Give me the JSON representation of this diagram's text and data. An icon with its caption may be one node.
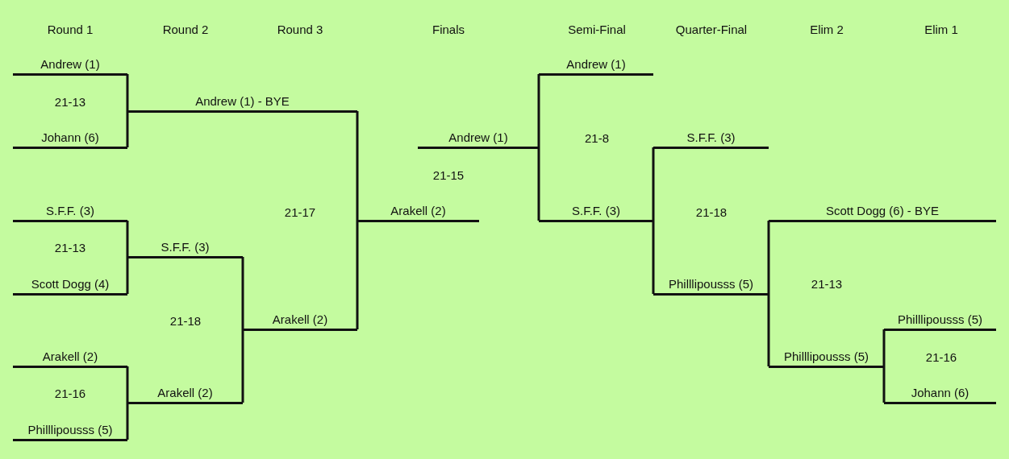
{
  "diagram": {
    "nodes": [
      {
        "text": [
          "Andrew (1)"
        ]
      },
      {
        "text": [
          "Johann (6)"
        ]
      },
      {
        "text": [
          "S.F.F. (3)"
        ]
      },
      {
        "text": [
          "Scott Dogg (4)"
        ]
      },
      {
        "text": [
          "Arakell (2)"
        ]
      },
      {
        "text": [
          "Philllipousss (5)"
        ]
      },
      {
        "text": [
          "Andrew (1) - BYE"
        ]
      },
      {
        "text": [
          "S.F.F. (3)"
        ]
      },
      {
        "text": [
          "Arakell (2)"
        ]
      },
      {
        "text": [
          "Arakell (2)"
        ]
      },
      {
        "text": [
          "Arakell (2)"
        ]
      },
      {
        "text": [
          "Andrew (1)"
        ]
      },
      {
        "text": [
          "Andrew (1)"
        ]
      },
      {
        "text": [
          "S.F.F. (3)"
        ]
      },
      {
        "text": [
          "S.F.F. (3)"
        ]
      },
      {
        "text": [
          "Philllipousss (5)"
        ]
      },
      {
        "text": [
          "Scott Dogg (6) - BYE"
        ]
      },
      {
        "text": [
          "Philllipousss (5)"
        ]
      },
      {
        "text": [
          "Philllipousss (5)"
        ]
      },
      {
        "text": [
          "Johann (6)"
        ]
      }
    ],
    "edges": [
      {
        "from": 0,
        "to": 6,
        "arrow": "none"
      },
      {
        "from": 1,
        "to": 6,
        "arrow": "none"
      },
      {
        "from": 2,
        "to": 7,
        "arrow": "none"
      },
      {
        "from": 3,
        "to": 7,
        "arrow": "none"
      },
      {
        "from": 4,
        "to": 8,
        "arrow": "none"
      },
      {
        "from": 5,
        "to": 8,
        "arrow": "none"
      },
      {
        "from": 7,
        "to": 9,
        "arrow": "none"
      },
      {
        "from": 8,
        "to": 9,
        "arrow": "none"
      },
      {
        "from": 6,
        "to": 10,
        "arrow": "none"
      },
      {
        "from": 9,
        "to": 10,
        "arrow": "none"
      },
      {
        "from": 12,
        "to": 11,
        "arrow": "none"
      },
      {
        "from": 13,
        "to": 11,
        "arrow": "none"
      },
      {
        "from": 14,
        "to": 13,
        "arrow": "none"
      },
      {
        "from": 15,
        "to": 13,
        "arrow": "none"
      },
      {
        "from": 16,
        "to": 15,
        "arrow": "none"
      },
      {
        "from": 17,
        "to": 15,
        "arrow": "none"
      },
      {
        "from": 18,
        "to": 17,
        "arrow": "none"
      },
      {
        "from": 19,
        "to": 17,
        "arrow": "none"
      }
    ],
    "labels": [
      "Round 1",
      "Round 2",
      "Round 3",
      "Finals",
      "Semi-Final",
      "Quarter-Final",
      "Elim 2",
      "Elim 1",
      "21-13",
      "21-8",
      "21-15",
      "21-17",
      "21-18",
      "21-13",
      "21-13",
      "21-18",
      "21-16",
      "21-16"
    ]
  }
}
